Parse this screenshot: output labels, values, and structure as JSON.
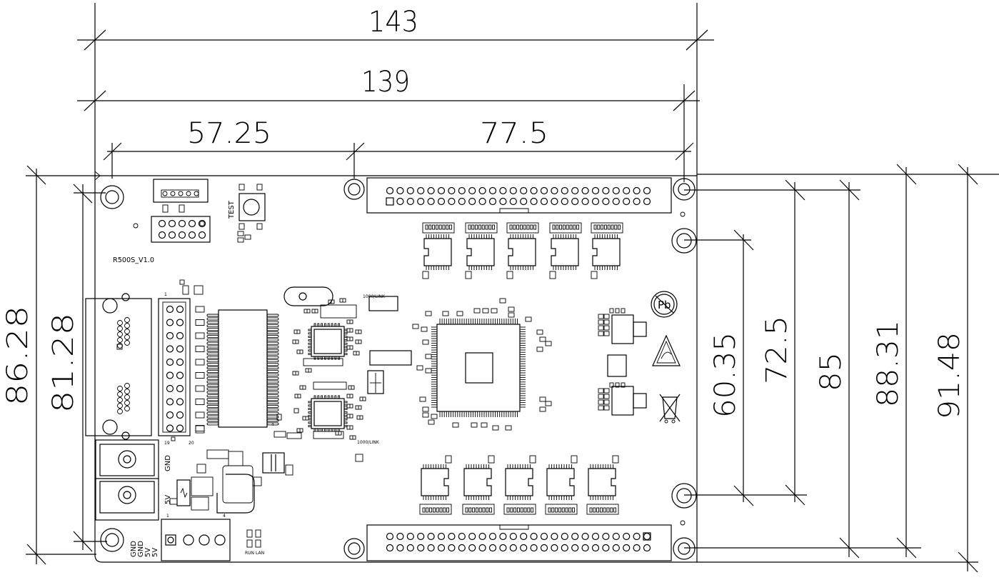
{
  "dimensions": {
    "width_143": "143",
    "width_139": "139",
    "offset_57_25": "57.25",
    "offset_77_5": "77.5",
    "height_86_28": "86.28",
    "height_81_28": "81.28",
    "height_60_35": "60.35",
    "height_72_5": "72.5",
    "height_85": "85",
    "height_88_31": "88.31",
    "height_91_48": "91.48"
  },
  "board": {
    "model": "R500S_V1.0",
    "test_label": "TEST",
    "gnd_label": "GND",
    "v5_label": "5V",
    "terminal_labels": [
      "GND",
      "GND",
      "5V",
      "5V"
    ],
    "led_labels": [
      "RUN",
      "LAN"
    ],
    "link_top": "1000/LINK",
    "link_bottom": "1000/LINK",
    "pin1": "1",
    "pin4": "4"
  },
  "icons": {
    "lead_free": "pb-free-icon",
    "esd": "esd-warning-icon",
    "weee": "weee-bin-icon"
  }
}
